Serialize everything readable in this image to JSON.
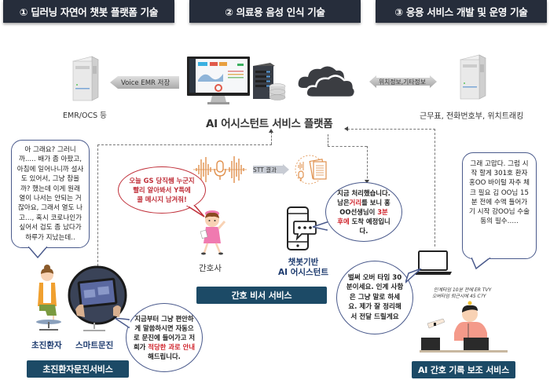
{
  "headers": [
    {
      "label": "① 딥러닝 자연어 챗봇 플랫폼 기술"
    },
    {
      "label": "② 의료용 음성 인식 기술"
    },
    {
      "label": "③ 응용 서비스 개발 및 운영 기술"
    }
  ],
  "platform": {
    "title": "AI 어시스턴트 서비스 플랫폼",
    "left_system_label": "EMR/OCS 등",
    "left_arrow_label": "Voice EMR 저장",
    "right_system_label": "근무표, 전화번호부, 위치트래킹",
    "right_arrow_label": "위치정보,기타정보"
  },
  "patient_bubble": {
    "text": "아 그래요? 그러니까..... 배가 좀 아팠고, 아침에 일어나니까 설사도 있어서, 그냥 참을까? 했는데 이게 원래 열이 나서는 안되는 거 잖아요, 그래서 열도 나고…, 혹시 코로나인가 싶어서 겁도 좀 났다가 하루가 지났는데.."
  },
  "nurse_bubble": {
    "lines": [
      "오늘 GS 당직쌤 누군지",
      "빨리 알아봐서 Y특에",
      "콜 메시지 남겨줘!"
    ]
  },
  "stt_label": "STT 결과",
  "chatbot_bubble": {
    "pre": "지금 처리했습니다. 남은",
    "hl1": "거리",
    "mid": "를 보니 홍OO선생님이 ",
    "hl2": "3분 후에",
    "post": " 도착 예정입니다."
  },
  "nurse_label": "간호사",
  "chatbot_label": [
    "챗봇기반",
    "AI 어시스턴트"
  ],
  "nurse_service_bar": "간호 비서 서비스",
  "patient_labels": {
    "patient": "초진환자",
    "smart": "스마트문진"
  },
  "smart_bubble": {
    "pre": "지금부터 그냥 편안하게 말씀하시면 자동으로 문진에 들어가고 저희가 ",
    "hl": "적당한 과로 안내",
    "post": "해드립니다."
  },
  "patient_service_bar": "초진환자문진서비스",
  "doctor_bubble": {
    "text": "그래 고맙다. 그럼 시작 할게 301호 환자 홍OO 바이털 자추 체크 필요 김 OO님 15분 전에 수액 들어가기 시작 강OO님 수술동의 필수….."
  },
  "record_bubble": {
    "text": "벌써 오버 타임 30분이세요. 인계 사항은 그냥 말로 하세요. 제가 잘 정리해서 전달 드릴게요"
  },
  "record_service_bar": "AI 간호 기록 보조 서비스",
  "handwriting": [
    "인계타임 10분 전에 ER TVY",
    "오버타임 퇴근시에 45 C?Y"
  ],
  "colors": {
    "header_bg": "#262d3b",
    "service_bar_bg": "#1c4a66",
    "bubble_border": "#4a5a8c",
    "highlight_red": "#d0262e",
    "stt_orange": "#e0904c"
  }
}
